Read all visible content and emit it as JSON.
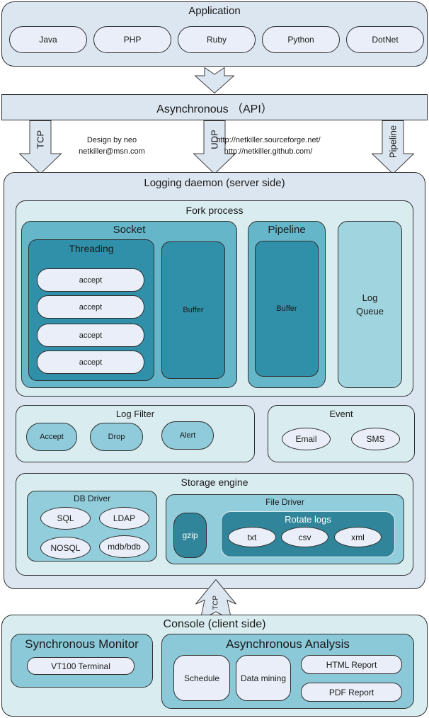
{
  "colors": {
    "outer_fill": "#dce6f1",
    "pale_cyan_fill": "#d9edf1",
    "medium_teal_fill": "#66b6ca",
    "light_teal_fill": "#92cddc",
    "log_queue_fill": "#a0d4df",
    "dark_teal_fill": "#3190a9",
    "darker_teal_fill": "#31859b",
    "node_fill": "#e9eef8",
    "border": "#2e2e2e"
  },
  "application": {
    "title": "Application",
    "items": [
      "Java",
      "PHP",
      "Ruby",
      "Python",
      "DotNet"
    ]
  },
  "api": {
    "title": "Asynchronous （API）"
  },
  "transports": {
    "tcp": "TCP",
    "udp": "UDP",
    "pipeline": "Pipeline"
  },
  "credits": {
    "line1": "Design by neo",
    "line2": "netkiller@msn.com"
  },
  "links": {
    "line1": "http://netkiller.sourceforge.net/",
    "line2": "http://netkiller.github.com/"
  },
  "daemon": {
    "title": "Logging daemon (server side)",
    "fork": {
      "title": "Fork process",
      "socket": {
        "title": "Socket",
        "threading": {
          "title": "Threading",
          "accepts": [
            "accept",
            "accept",
            "accept",
            "accept"
          ]
        },
        "buffer": "Buffer"
      },
      "pipeline": {
        "title": "Pipeline",
        "buffer": "Buffer"
      },
      "log_queue": "Log Queue"
    },
    "log_filter": {
      "title": "Log Filter",
      "items": [
        "Accept",
        "Drop",
        "Alert"
      ]
    },
    "event": {
      "title": "Event",
      "items": [
        "Email",
        "SMS"
      ]
    },
    "storage": {
      "title": "Storage engine",
      "db_driver": {
        "title": "DB Driver",
        "items": [
          "SQL",
          "LDAP",
          "NOSQL",
          "mdb/bdb"
        ]
      },
      "file_driver": {
        "title": "File Driver",
        "gzip": "gzip",
        "rotate_logs": {
          "title": "Rotate logs",
          "items": [
            "txt",
            "csv",
            "xml"
          ]
        }
      }
    }
  },
  "uplink": {
    "label": "TCP"
  },
  "console": {
    "title": "Console (client side)",
    "sync": {
      "title": "Synchronous Monitor",
      "terminal": "VT100 Terminal"
    },
    "async": {
      "title": "Asynchronous Analysis",
      "items": [
        "Schedule",
        "Data mining",
        "HTML Report",
        "PDF Report"
      ]
    }
  }
}
